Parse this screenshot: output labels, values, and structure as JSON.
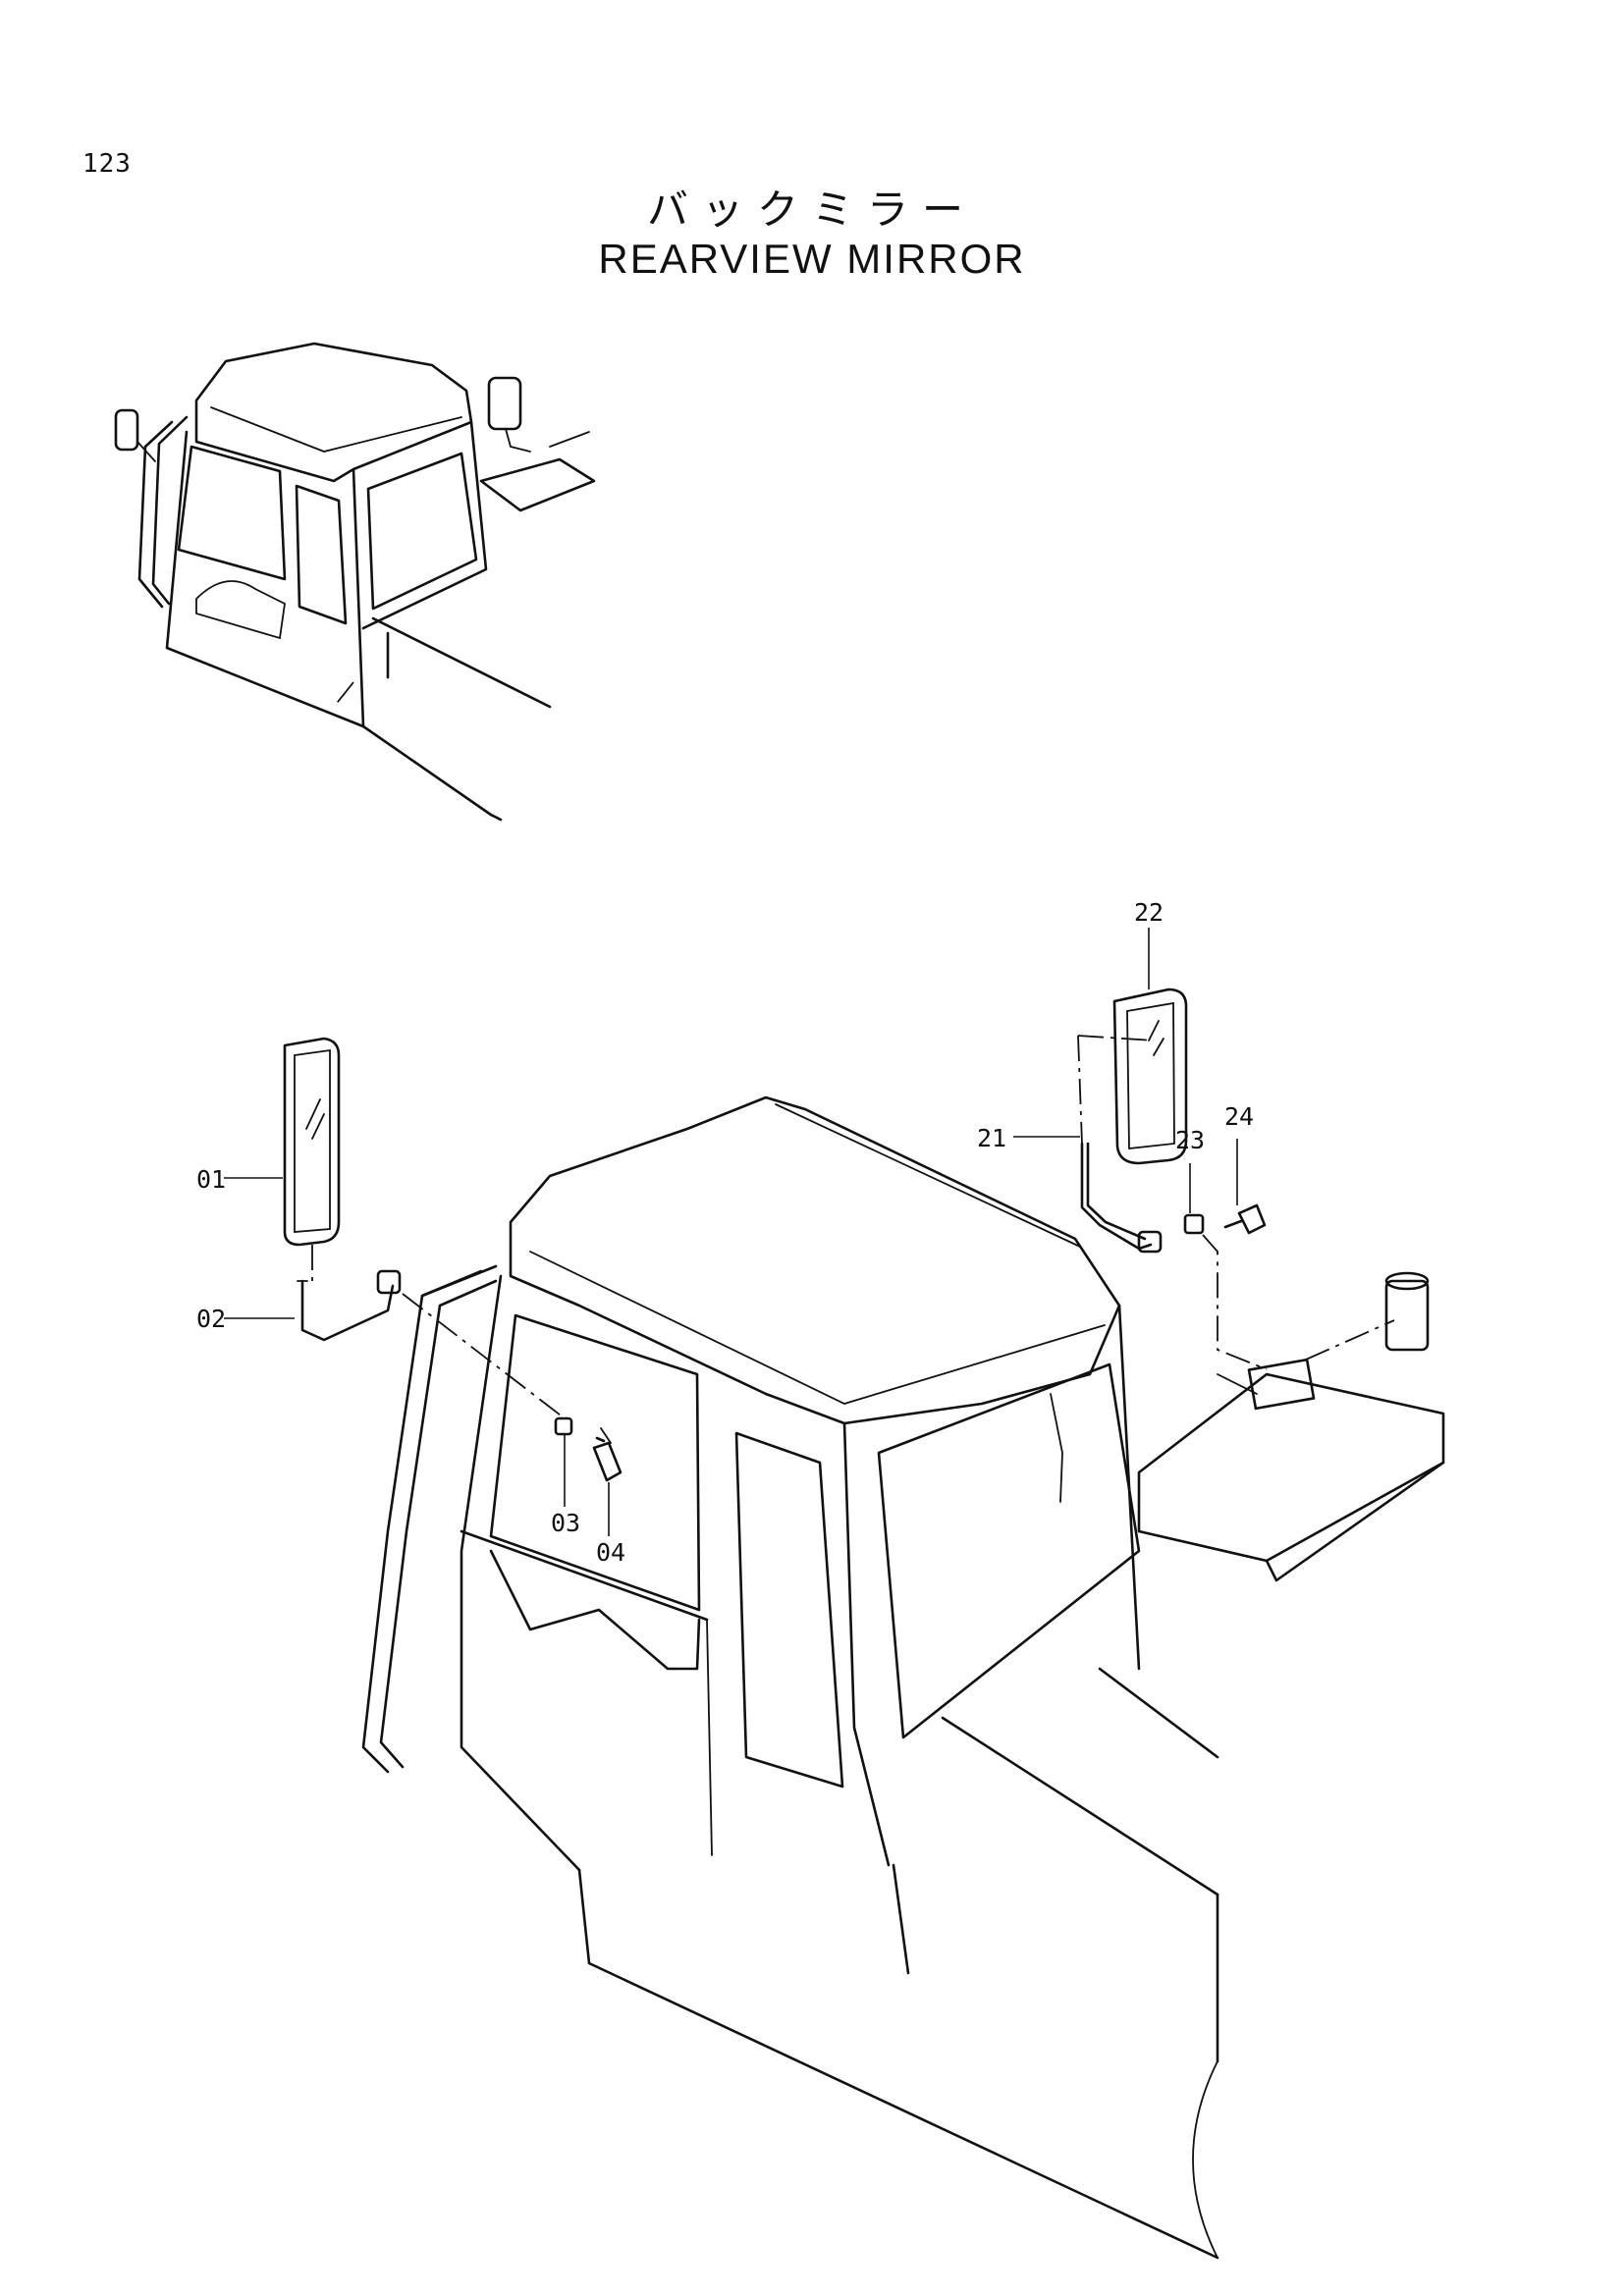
{
  "page_number": "123",
  "title_jp": "バックミラー",
  "title_en": "REARVIEW MIRROR",
  "callouts": {
    "c01": "01",
    "c02": "02",
    "c03": "03",
    "c04": "04",
    "c21": "21",
    "c22": "22",
    "c23": "23",
    "c24": "24"
  }
}
